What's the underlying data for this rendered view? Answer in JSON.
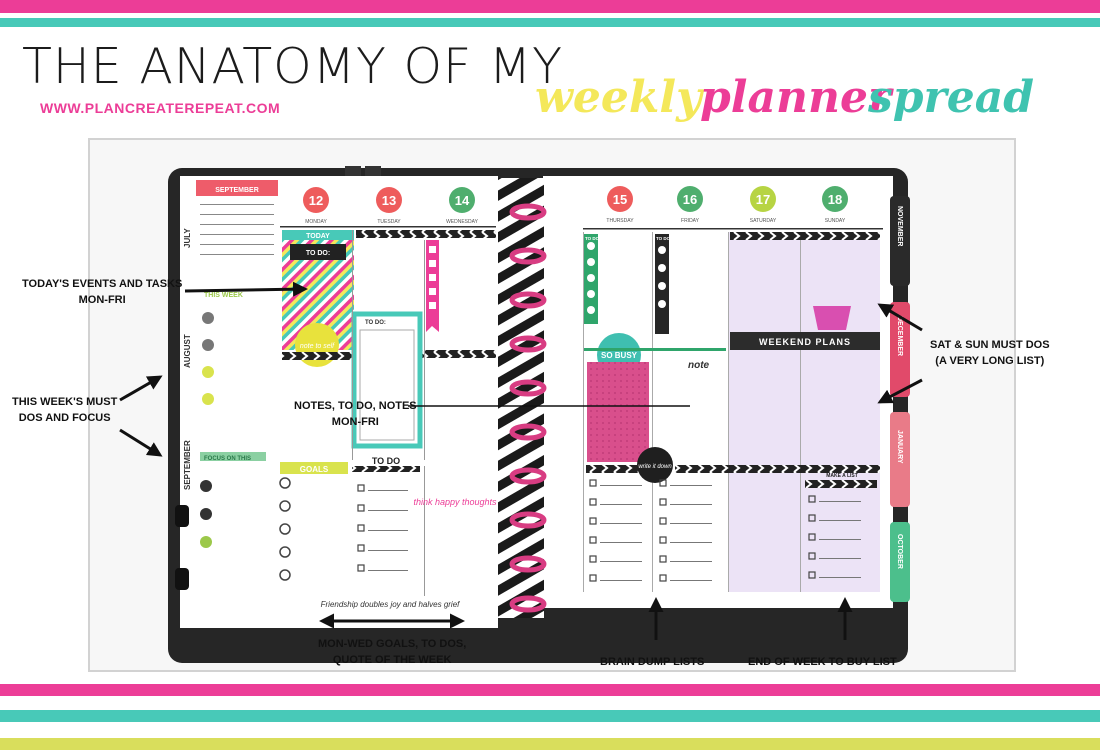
{
  "header": {
    "title": "THE ANATOMY OF MY",
    "script_title": {
      "word1": "weekly",
      "word2": "planner",
      "word3": "spread"
    },
    "website": "WWW.PLANCREATEREPEAT.COM"
  },
  "planner": {
    "left_page": {
      "calendar_month": "SEPTEMBER",
      "side_tabs": [
        "JULY",
        "AUGUST",
        "SEPTEMBER"
      ],
      "this_week_label": "THIS WEEK",
      "focus_label": "FOCUS ON THIS",
      "days": [
        {
          "number": "12",
          "name": "MONDAY"
        },
        {
          "number": "13",
          "name": "TUESDAY"
        },
        {
          "number": "14",
          "name": "WEDNESDAY"
        }
      ],
      "today_label": "TODAY",
      "todo_label": "TO DO:",
      "note_sticker": "note to self",
      "goals_label": "GOALS",
      "todo_header": "TO DO",
      "quote_sticker": "think happy thoughts",
      "footer_quote": "Friendship doubles joy and halves grief"
    },
    "right_page": {
      "days": [
        {
          "number": "15",
          "name": "THURSDAY"
        },
        {
          "number": "16",
          "name": "FRIDAY"
        },
        {
          "number": "17",
          "name": "SATURDAY"
        },
        {
          "number": "18",
          "name": "SUNDAY"
        }
      ],
      "todo_small": "TO DO",
      "so_busy_sticker": "SO BUSY",
      "note_label": "note",
      "weekend_plans": "WEEKEND PLANS",
      "write_it_down": "write it down",
      "make_a_list": "MAKE A LIST",
      "side_tabs": [
        "NOVEMBER",
        "DECEMBER",
        "JANUARY",
        "OCTOBER"
      ]
    }
  },
  "annotations": [
    {
      "id": "todays-events",
      "text": "TODAY'S EVENTS AND TASKS\nMON-FRI"
    },
    {
      "id": "this-weeks-must",
      "text": "THIS WEEK'S MUST\nDOS AND FOCUS"
    },
    {
      "id": "notes-todo",
      "text": "NOTES, TO DO, NOTES\nMON-FRI"
    },
    {
      "id": "sat-sun",
      "text": "SAT & SUN MUST DOS\n(A VERY LONG LIST)"
    },
    {
      "id": "mon-wed-goals",
      "text": "MON-WED GOALS, TO DOS,\nQUOTE OF THE WEEK"
    },
    {
      "id": "brain-dump",
      "text": "BRAIN DUMP LISTS"
    },
    {
      "id": "end-of-week",
      "text": "END OF WEEK TO BUY LIST"
    }
  ],
  "colors": {
    "pink": "#ec3d97",
    "teal": "#48c9b8",
    "lime": "#d9de5c",
    "title_yellow": "#f4e85a",
    "title_pink": "#ec3d97",
    "title_teal": "#3fc3b0",
    "day_red": "#ee5c5c",
    "day_green": "#4fae6e",
    "lavender": "#ece3f6",
    "ring_pink": "#d83c82"
  },
  "icons": [
    "arrow-icon",
    "coil-ring-icon",
    "basket-icon",
    "checkbox-icon"
  ]
}
